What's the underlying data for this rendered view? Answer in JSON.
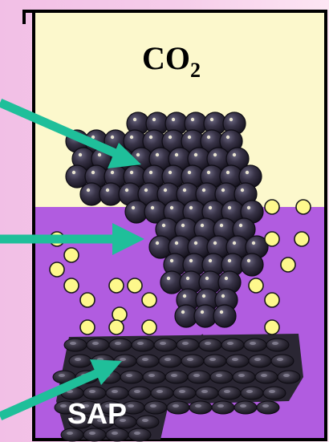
{
  "labels": {
    "gas": "CO",
    "gas_subscript": "2",
    "bottom": "SAP"
  },
  "colors": {
    "background": "#f5c6e8",
    "headspace": "#fcf8cc",
    "liquid": "#b15ce0",
    "bubble_fill": "#fdf88c",
    "bubble_stroke": "#1a1a1a",
    "arrow": "#1fbf9a",
    "grape": "#2f2a3d",
    "container_outline": "#000000"
  },
  "components": {
    "arrows": [
      "top-arrow",
      "middle-arrow",
      "bottom-arrow"
    ],
    "objects": [
      "grape-cluster",
      "sap-grape-layer",
      "co2-bubbles",
      "liquid",
      "headspace"
    ]
  }
}
